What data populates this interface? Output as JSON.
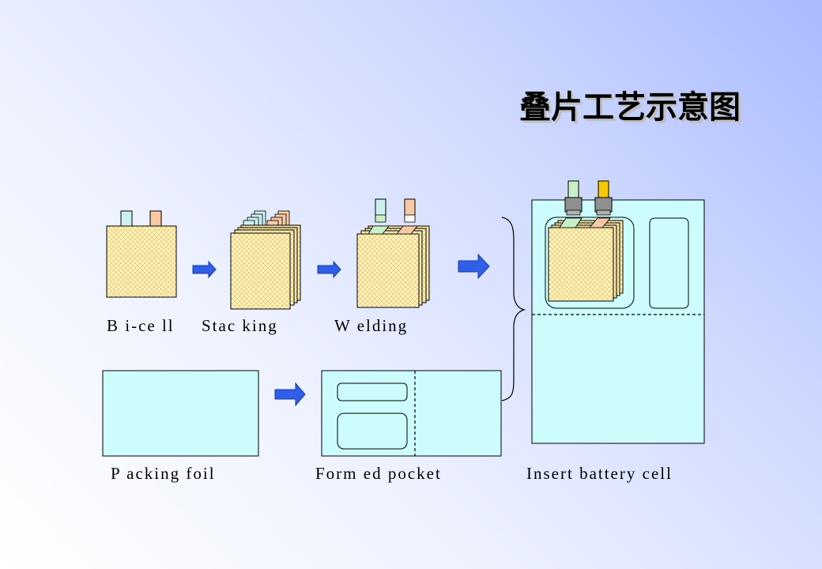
{
  "title": "叠片工艺示意图",
  "steps": {
    "bicell": "B i-ce ll",
    "stacking": "Stac king",
    "welding": "W elding",
    "packing_foil": "P acking foil",
    "formed_pocket": "Form ed pocket",
    "insert": "Insert battery cell"
  },
  "colors": {
    "cell_fill": "#fff6c6",
    "cell_hatch": "#e6c060",
    "foil_fill": "#ccfcfc",
    "arrow": "#2f5fe8",
    "tab_cathode": "#f6c9a4",
    "tab_anode": "#ccf0f0",
    "tab_green": "#c8f0c8",
    "tab_gold": "#f8c800"
  }
}
